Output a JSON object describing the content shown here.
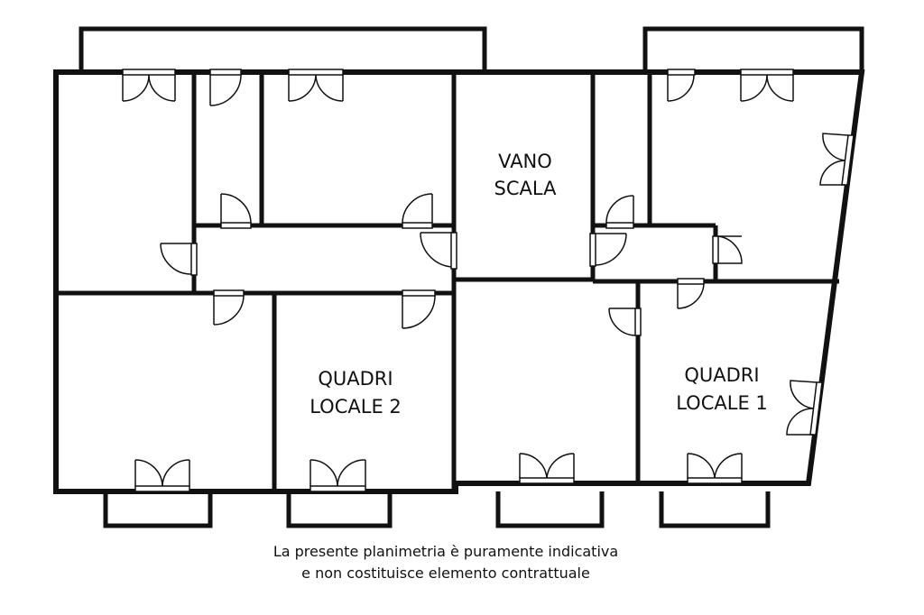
{
  "rooms": {
    "stair": {
      "line1": "VANO",
      "line2": "SCALA"
    },
    "quadri_locale_2": {
      "line1": "QUADRI",
      "line2": "LOCALE 2"
    },
    "quadri_locale_1": {
      "line1": "QUADRI",
      "line2": "LOCALE 1"
    }
  },
  "disclaimer": {
    "line1": "La presente planimetria è puramente indicativa",
    "line2": "e non costituisce elemento contrattuale"
  },
  "colors": {
    "wall": "#111111",
    "background": "#ffffff"
  }
}
